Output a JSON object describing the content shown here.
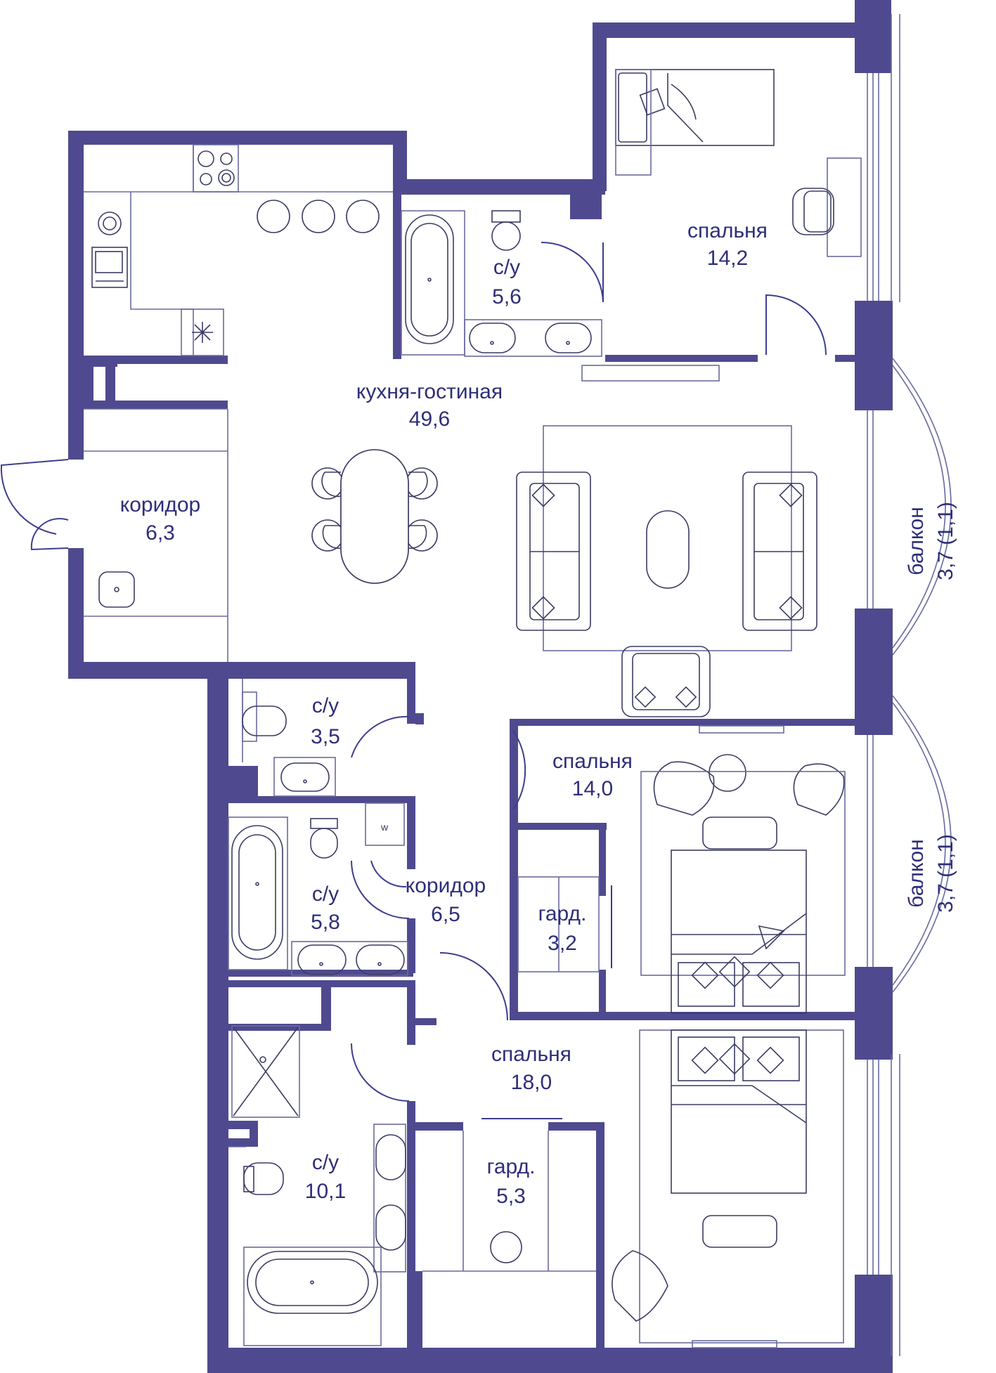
{
  "colors": {
    "wall": "#4f4a8f",
    "text": "#2e2e7a",
    "furniture": "#3c3c64",
    "background": "#ffffff"
  },
  "rooms": {
    "kitchen_living": {
      "name": "кухня-гостиная",
      "area": "49,6"
    },
    "bedroom_top": {
      "name": "спальня",
      "area": "14,2"
    },
    "bath_top": {
      "name": "с/у",
      "area": "5,6"
    },
    "corridor_entry": {
      "name": "коридор",
      "area": "6,3"
    },
    "balcony_1": {
      "name": "балкон",
      "area": "3,7 (1,1)"
    },
    "balcony_2": {
      "name": "балкон",
      "area": "3,7 (1,1)"
    },
    "wc_small": {
      "name": "с/у",
      "area": "3,5"
    },
    "bedroom_mid": {
      "name": "спальня",
      "area": "14,0"
    },
    "bath_mid": {
      "name": "с/у",
      "area": "5,8"
    },
    "corridor_inner": {
      "name": "коридор",
      "area": "6,5"
    },
    "wardrobe_1": {
      "name": "гард.",
      "area": "3,2"
    },
    "bedroom_bottom": {
      "name": "спальня",
      "area": "18,0"
    },
    "bath_bottom": {
      "name": "с/у",
      "area": "10,1"
    },
    "wardrobe_2": {
      "name": "гард.",
      "area": "5,3"
    }
  },
  "fixtures": {
    "washer_mark": "w"
  },
  "icons": [
    "bed-icon",
    "sofa-icon",
    "armchair-icon",
    "table-icon",
    "bathtub-icon",
    "toilet-icon",
    "sink-icon",
    "stove-icon",
    "shower-icon",
    "washing-machine-icon",
    "door-swing-icon"
  ]
}
